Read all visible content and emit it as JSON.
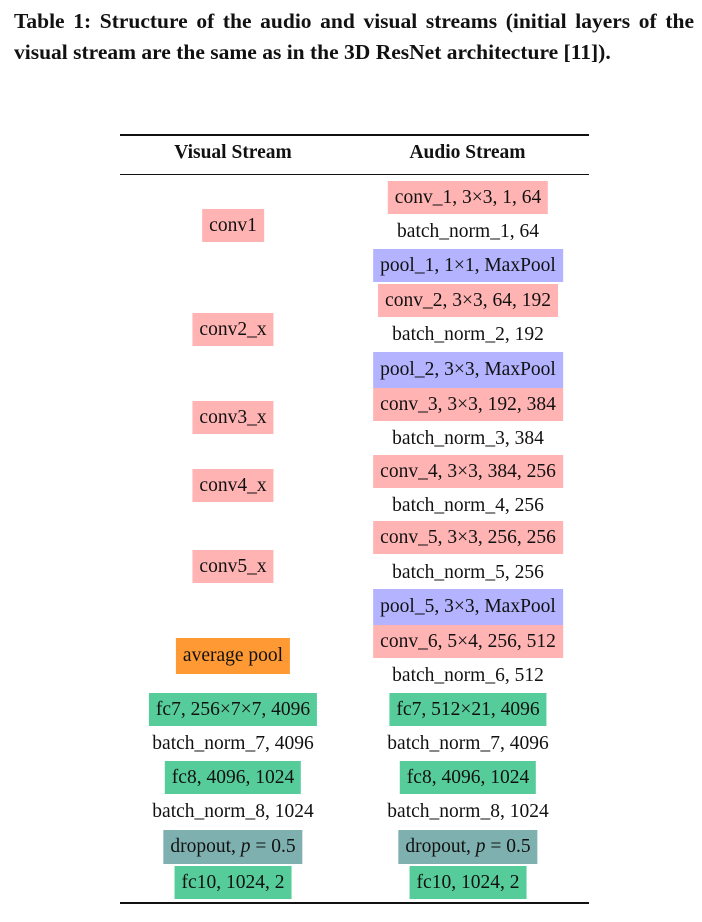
{
  "caption": "Table 1: Structure of the audio and visual streams (initial layers of the visual stream are the same as in the 3D ResNet architecture [11]).",
  "headers": {
    "visual": "Visual Stream",
    "audio": "Audio Stream"
  },
  "visual": {
    "conv1": "conv1",
    "conv2": "conv2_x",
    "conv3": "conv3_x",
    "conv4": "conv4_x",
    "conv5": "conv5_x",
    "avgpool": "average pool",
    "fc7": "fc7, 256×7×7, 4096",
    "bn7": "batch_norm_7, 4096",
    "fc8": "fc8, 4096, 1024",
    "bn8": "batch_norm_8, 1024",
    "dropout_prefix": "dropout, ",
    "dropout_p": "p",
    "dropout_suffix": " = 0.5",
    "fc10": "fc10, 1024, 2"
  },
  "audio": {
    "conv1": "conv_1, 3×3, 1, 64",
    "bn1": "batch_norm_1, 64",
    "pool1": "pool_1, 1×1, MaxPool",
    "conv2": "conv_2, 3×3, 64, 192",
    "bn2": "batch_norm_2, 192",
    "pool2": "pool_2, 3×3, MaxPool",
    "conv3": "conv_3, 3×3, 192, 384",
    "bn3": "batch_norm_3, 384",
    "conv4": "conv_4, 3×3, 384, 256",
    "bn4": "batch_norm_4, 256",
    "conv5": "conv_5, 3×3, 256, 256",
    "bn5": "batch_norm_5, 256",
    "pool5": "pool_5, 3×3, MaxPool",
    "conv6": "conv_6, 5×4, 256, 512",
    "bn6": "batch_norm_6, 512",
    "fc7": "fc7, 512×21, 4096",
    "bn7": "batch_norm_7, 4096",
    "fc8": "fc8, 4096, 1024",
    "bn8": "batch_norm_8, 1024",
    "dropout_prefix": "dropout, ",
    "dropout_p": "p",
    "dropout_suffix": " = 0.5",
    "fc10": "fc10, 1024, 2"
  },
  "colors": {
    "conv": "#ffb3b3",
    "pool": "#b3b3ff",
    "average_pool": "#ff9933",
    "fc": "#55cc99",
    "dropout": "#7fb0b0"
  }
}
